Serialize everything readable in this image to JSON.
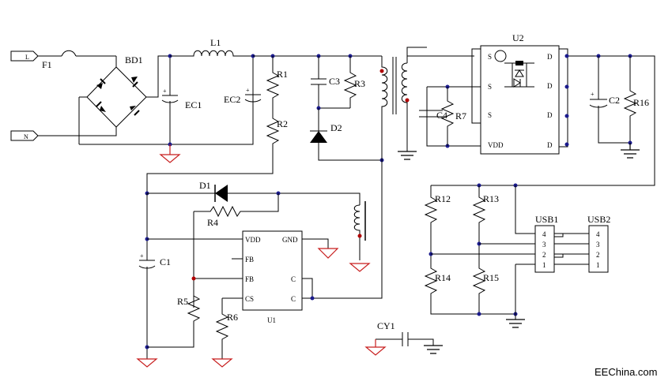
{
  "labels": {
    "L": "L",
    "N": "N",
    "F1": "F1",
    "BD1": "BD1",
    "L1": "L1",
    "EC1": "EC1",
    "EC2": "EC2",
    "R1": "R1",
    "R2": "R2",
    "C3": "C3",
    "R3": "R3",
    "D2": "D2",
    "U2": "U2",
    "C4": "C4",
    "R7": "R7",
    "C2": "C2",
    "R16": "R16",
    "D1": "D1",
    "R4": "R4",
    "C1": "C1",
    "R5": "R5",
    "R6": "R6",
    "U1": "U1",
    "R12": "R12",
    "R13": "R13",
    "R14": "R14",
    "R15": "R15",
    "USB1": "USB1",
    "USB2": "USB2",
    "CY1": "CY1"
  },
  "u1_pins": {
    "vdd": "VDD",
    "gnd": "GND",
    "fb1": "FB",
    "fb2": "FB",
    "cs": "CS",
    "c1": "C",
    "c2": "C"
  },
  "u2_pins": {
    "s1": "S",
    "s2": "S",
    "s3": "S",
    "vdd": "VDD",
    "d1": "D",
    "d2": "D",
    "d3": "D",
    "d4": "D"
  },
  "usb_pins": [
    "4",
    "3",
    "2",
    "1"
  ],
  "polarity": "+",
  "watermark": "EEChina.com"
}
